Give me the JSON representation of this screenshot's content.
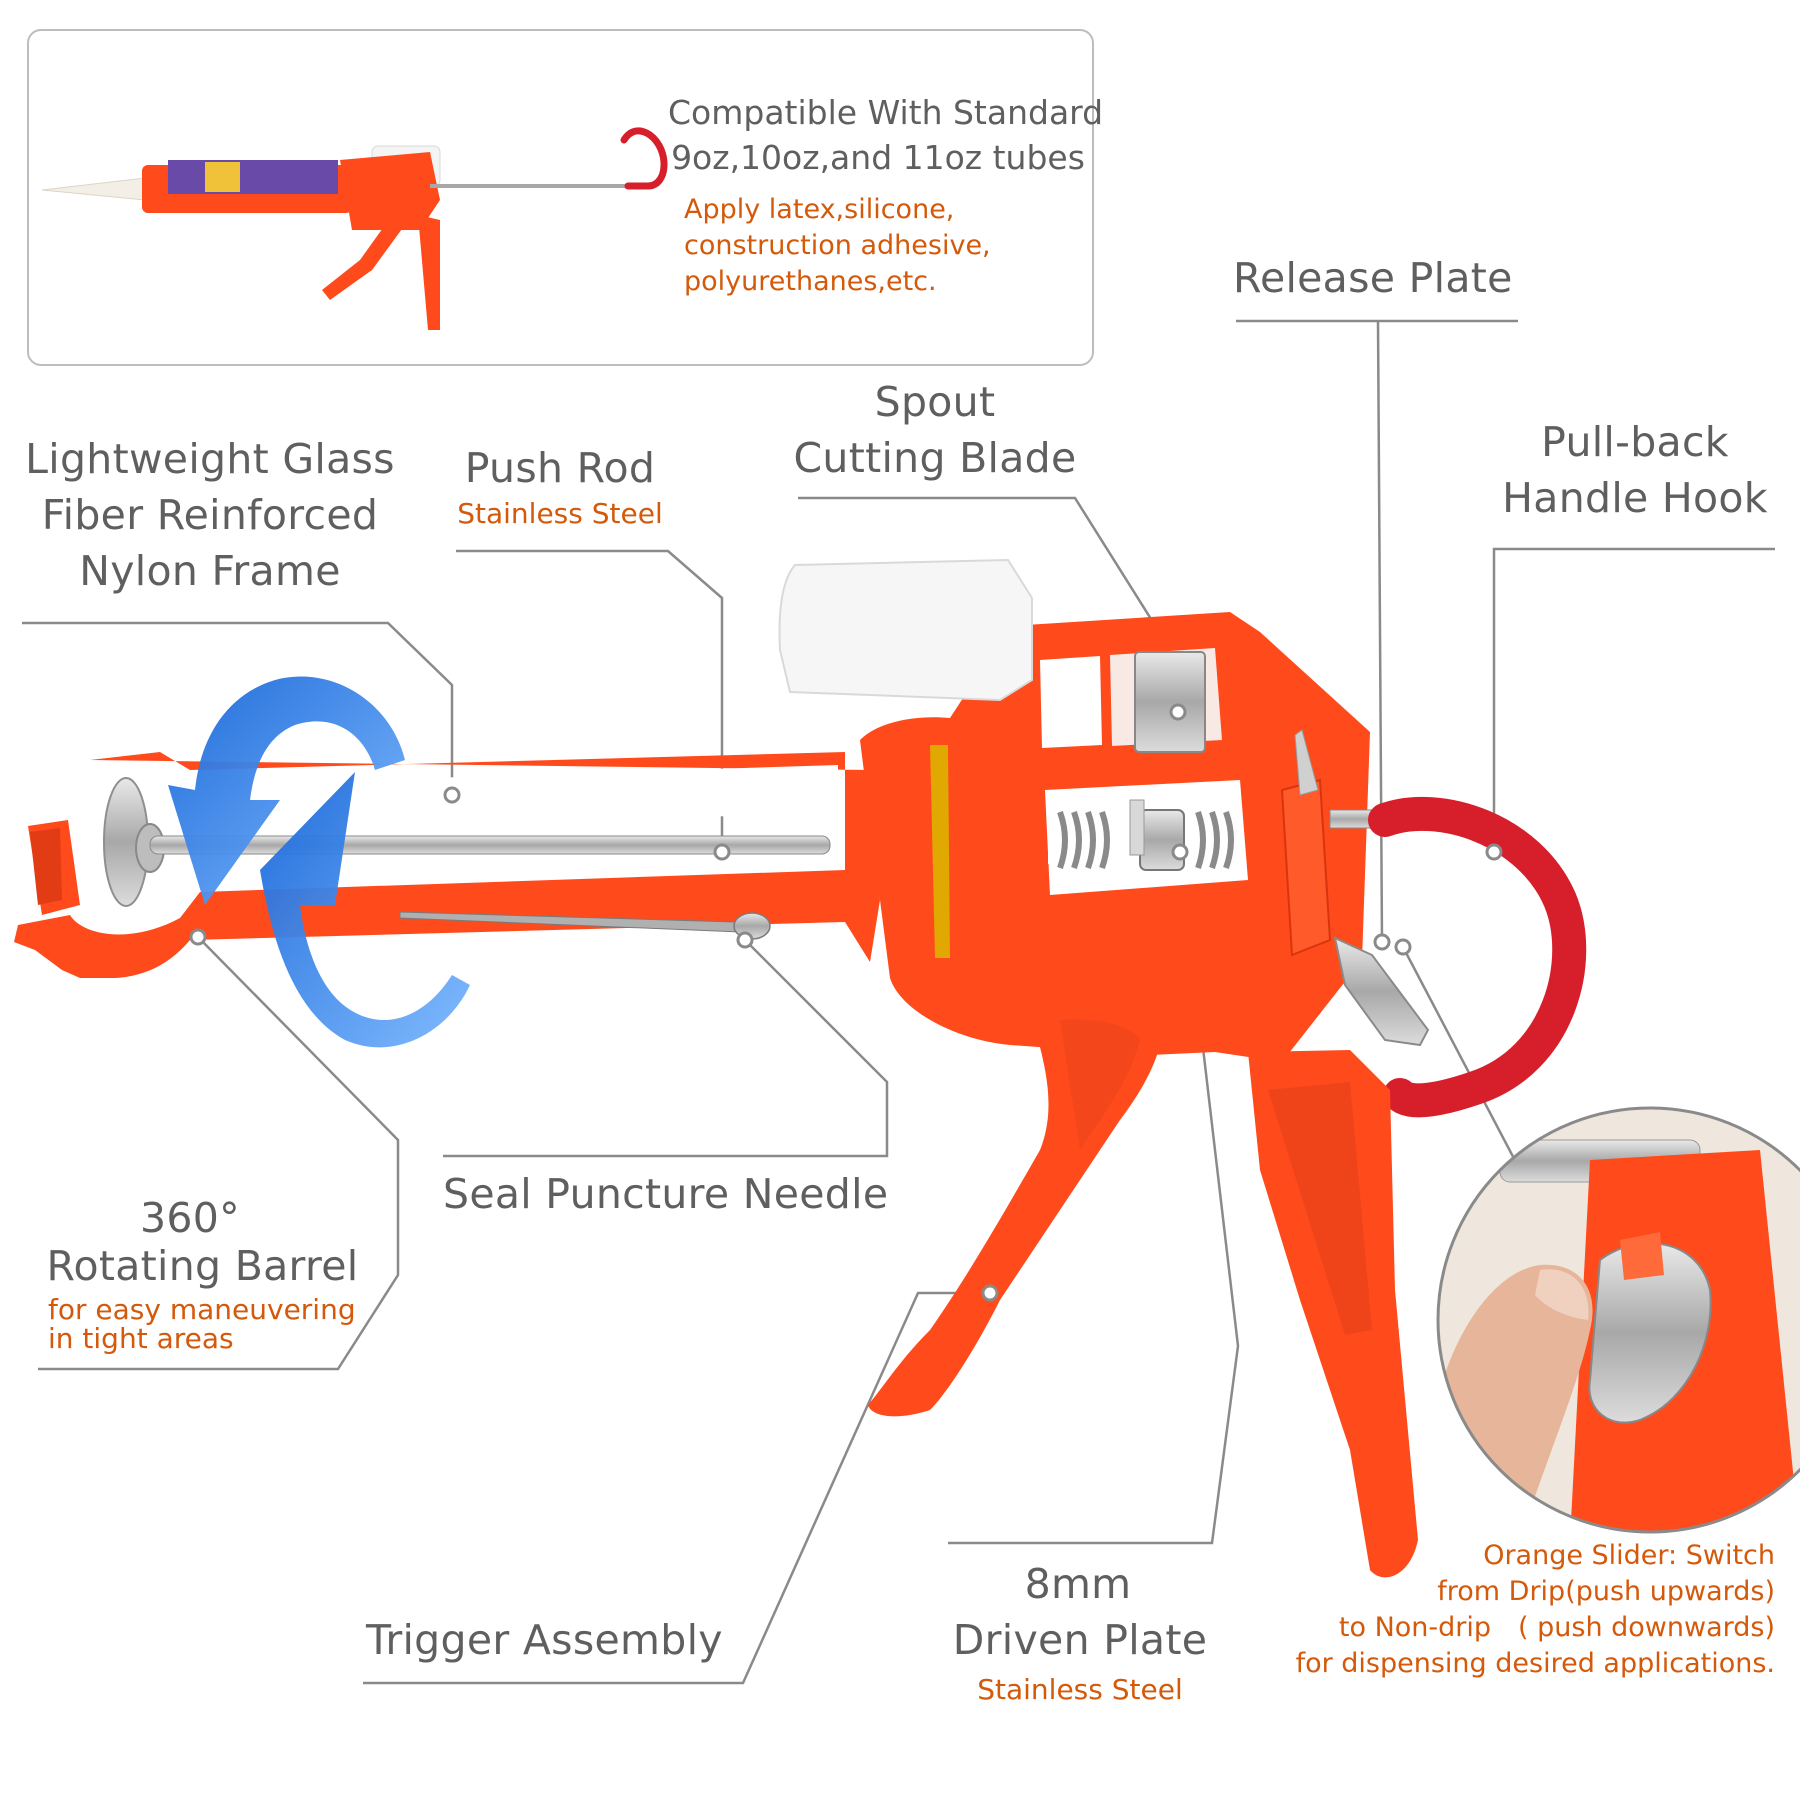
{
  "colors": {
    "gun_orange": "#ff4a1c",
    "gun_dark": "#d8340e",
    "hook_red": "#d61f2a",
    "label_gray": "#5f5f5f",
    "accent_orange": "#d4590a",
    "arrow_blue": "#2f80ed"
  },
  "icons": [
    "caulking-gun-image",
    "rotation-arrow-icon",
    "inset-caulking-gun-image",
    "slider-closeup-image"
  ],
  "inset": {
    "compat_line1": "Compatible With Standard",
    "compat_line2": "9oz,10oz,and 11oz tubes",
    "apply_line1": "Apply latex,silicone,",
    "apply_line2": "construction adhesive,",
    "apply_line3": "polyurethanes,etc."
  },
  "labels": {
    "frame": [
      "Lightweight Glass",
      "Fiber Reinforced",
      "Nylon Frame"
    ],
    "push_rod": "Push Rod",
    "push_rod_material": "Stainless Steel",
    "spout": [
      "Spout",
      "Cutting Blade"
    ],
    "release_plate": "Release Plate",
    "hook": [
      "Pull-back",
      "Handle Hook"
    ],
    "barrel": [
      "360°",
      "Rotating Barrel"
    ],
    "barrel_sub": [
      "for easy maneuvering",
      "in tight areas"
    ],
    "needle": "Seal Puncture Needle",
    "trigger": "Trigger Assembly",
    "plate": [
      "8mm",
      "Driven Plate"
    ],
    "plate_material": "Stainless Steel",
    "slider_note": [
      "Orange Slider: Switch",
      "from Drip(push upwards)",
      "to Non-drip　( push downwards)",
      "for dispensing desired  applications."
    ]
  }
}
